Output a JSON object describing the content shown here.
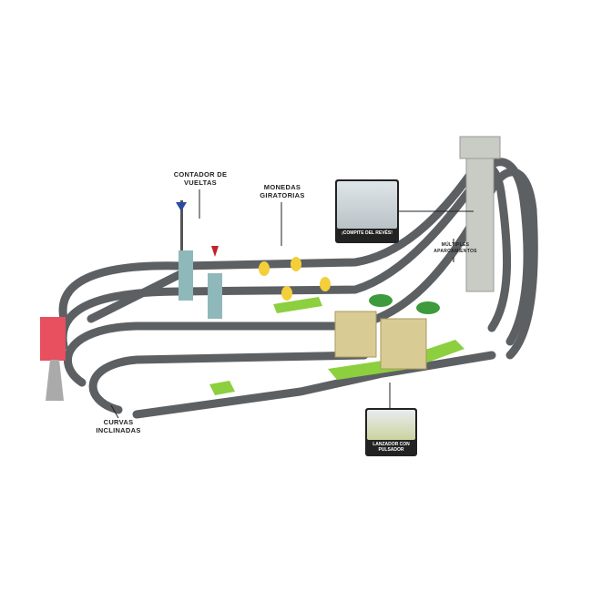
{
  "labels": {
    "lap_counter": "CONTADOR DE VUELTAS",
    "spinning_coins": "MONEDAS GIRATORIAS",
    "race_upside_down": "¡COMPITE DEL REVÉS!",
    "multiple_parking": "MÚLTIPLES APARCAMIENTOS",
    "banked_curves": "CURVAS INCLINADAS",
    "button_launcher": "LANZADOR CON PULSADOR"
  },
  "colors": {
    "track": "#5d6063",
    "green": "#8ccf3f",
    "tower": "#c9ccc4"
  }
}
